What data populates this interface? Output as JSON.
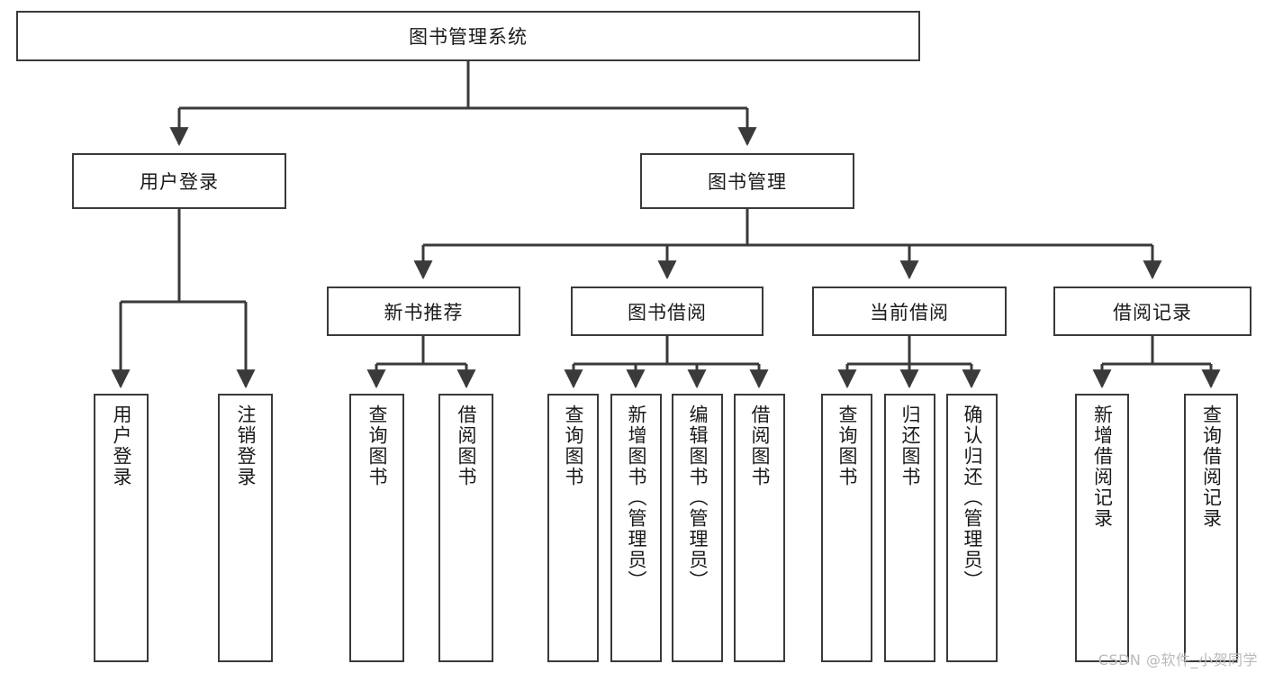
{
  "diagram": {
    "type": "tree",
    "title": "图书管理系统",
    "watermark": "CSDN @软件_小贺同学",
    "root": {
      "id": "root",
      "label": "图书管理系统"
    },
    "level2": [
      {
        "id": "user-login",
        "label": "用户登录"
      },
      {
        "id": "book-manage",
        "label": "图书管理"
      }
    ],
    "level3": [
      {
        "id": "new-book-recommend",
        "label": "新书推荐"
      },
      {
        "id": "book-borrow",
        "label": "图书借阅"
      },
      {
        "id": "current-borrow",
        "label": "当前借阅"
      },
      {
        "id": "borrow-record",
        "label": "借阅记录"
      }
    ],
    "leaves": {
      "user_login": [
        {
          "id": "leaf-user-login",
          "label": "用户登录"
        },
        {
          "id": "leaf-logout-login",
          "label": "注销登录"
        }
      ],
      "new_book_recommend": [
        {
          "id": "leaf-query-book-1",
          "label": "查询图书"
        },
        {
          "id": "leaf-borrow-book-1",
          "label": "借阅图书"
        }
      ],
      "book_borrow": [
        {
          "id": "leaf-query-book-2",
          "label": "查询图书"
        },
        {
          "id": "leaf-add-book",
          "label": "新增图书（管理员）"
        },
        {
          "id": "leaf-edit-book",
          "label": "编辑图书（管理员）"
        },
        {
          "id": "leaf-borrow-book-2",
          "label": "借阅图书"
        }
      ],
      "current_borrow": [
        {
          "id": "leaf-query-book-3",
          "label": "查询图书"
        },
        {
          "id": "leaf-return-book",
          "label": "归还图书"
        },
        {
          "id": "leaf-confirm-return",
          "label": "确认归还（管理员）"
        }
      ],
      "borrow_record": [
        {
          "id": "leaf-add-record",
          "label": "新增借阅记录"
        },
        {
          "id": "leaf-query-record",
          "label": "查询借阅记录"
        }
      ]
    },
    "colors": {
      "border": "#3a3a3a",
      "line": "#3a3a3a",
      "text": "#1a1a1a",
      "background": "#ffffff",
      "watermark": "#b9b9b9"
    }
  }
}
